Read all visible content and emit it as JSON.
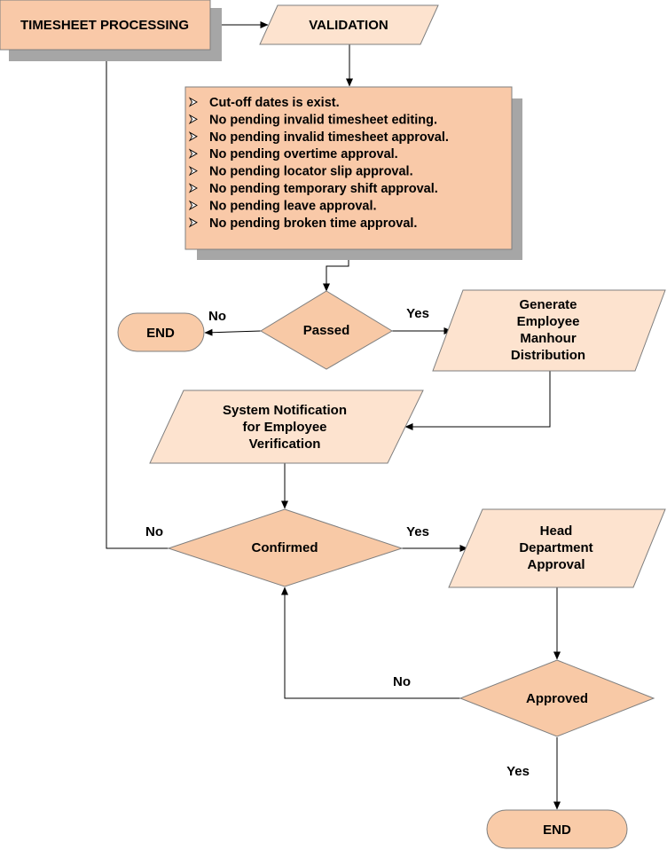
{
  "colors": {
    "process_fill": "#f9c9a8",
    "io_fill": "#fde3cf",
    "decision_fill": "#f8c9a6",
    "terminal_fill": "#f9cba8",
    "stroke": "#7f7f7f",
    "shadow": "#a6a6a6",
    "edge": "#000000"
  },
  "nodes": {
    "timesheet": "TIMESHEET PROCESSING",
    "validation": "VALIDATION",
    "passed": "Passed",
    "end_top": "END",
    "generate": [
      "Generate",
      "Employee",
      "Manhour",
      "Distribution"
    ],
    "notification": [
      "System Notification",
      "for Employee",
      "Verification"
    ],
    "confirmed": "Confirmed",
    "head_approval": [
      "Head",
      "Department",
      "Approval"
    ],
    "approved": "Approved",
    "end_bottom": "END"
  },
  "checklist": {
    "bullet_icon": "arrowhead-bullet-icon",
    "items": [
      "Cut-off dates is exist.",
      "No pending invalid timesheet editing.",
      "No pending invalid timesheet approval.",
      "No pending overtime approval.",
      "No pending locator slip approval.",
      "No pending temporary shift approval.",
      "No pending leave approval.",
      "No pending broken time approval."
    ]
  },
  "edge_labels": {
    "passed_no": "No",
    "passed_yes": "Yes",
    "confirmed_no": "No",
    "confirmed_yes": "Yes",
    "approved_no": "No",
    "approved_yes": "Yes"
  }
}
